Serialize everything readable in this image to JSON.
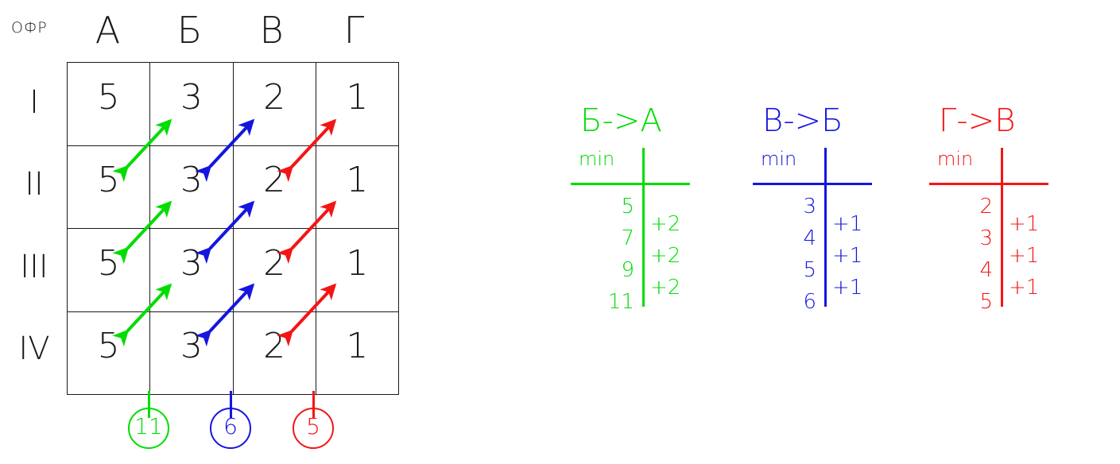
{
  "corner_label": "ОФР",
  "colors": {
    "ink": "#1a1a1a",
    "green": "#00dd00",
    "blue": "#1515e0",
    "red": "#f51414"
  },
  "table": {
    "column_headers": [
      "А",
      "Б",
      "В",
      "Г"
    ],
    "row_headers": [
      "I",
      "II",
      "III",
      "IV"
    ],
    "rows": [
      [
        "5",
        "3",
        "2",
        "1"
      ],
      [
        "5",
        "3",
        "2",
        "1"
      ],
      [
        "5",
        "3",
        "2",
        "1"
      ],
      [
        "5",
        "3",
        "2",
        "1"
      ]
    ]
  },
  "arrow_groups": [
    {
      "name": "green-arrows",
      "color": "#00dd00",
      "boundary": "А-Б"
    },
    {
      "name": "blue-arrows",
      "color": "#1515e0",
      "boundary": "Б-В"
    },
    {
      "name": "red-arrows",
      "color": "#f51414",
      "boundary": "В-Г"
    }
  ],
  "totals": [
    {
      "value": "11",
      "color": "#00dd00",
      "x": 187
    },
    {
      "value": "6",
      "color": "#1515e0",
      "x": 290
    },
    {
      "value": "5",
      "color": "#f51414",
      "x": 394
    }
  ],
  "legends": [
    {
      "title": "Б->А",
      "color": "#00dd00",
      "min_label": "min",
      "values": [
        "5",
        "7",
        "9",
        "11"
      ],
      "deltas": [
        "+2",
        "+2",
        "+2"
      ]
    },
    {
      "title": "В->Б",
      "color": "#1515e0",
      "min_label": "min",
      "values": [
        "3",
        "4",
        "5",
        "6"
      ],
      "deltas": [
        "+1",
        "+1",
        "+1"
      ]
    },
    {
      "title": "Г->В",
      "color": "#f51414",
      "min_label": "min",
      "values": [
        "2",
        "3",
        "4",
        "5"
      ],
      "deltas": [
        "+1",
        "+1",
        "+1"
      ]
    }
  ],
  "chart_data": {
    "type": "table",
    "title": "ОФР",
    "categories": [
      "А",
      "Б",
      "В",
      "Г"
    ],
    "row_labels": [
      "I",
      "II",
      "III",
      "IV"
    ],
    "values": [
      [
        5,
        3,
        2,
        1
      ],
      [
        5,
        3,
        2,
        1
      ],
      [
        5,
        3,
        2,
        1
      ],
      [
        5,
        3,
        2,
        1
      ]
    ],
    "column_totals": [
      {
        "boundary": "Б->А",
        "total": 11,
        "color": "#00dd00"
      },
      {
        "boundary": "В->Б",
        "total": 6,
        "color": "#1515e0"
      },
      {
        "boundary": "Г->В",
        "total": 5,
        "color": "#f51414"
      }
    ],
    "series": [
      {
        "name": "Б->А",
        "values": [
          5,
          7,
          9,
          11
        ],
        "deltas": [
          2,
          2,
          2
        ],
        "color": "#00dd00"
      },
      {
        "name": "В->Б",
        "values": [
          3,
          4,
          5,
          6
        ],
        "deltas": [
          1,
          1,
          1
        ],
        "color": "#1515e0"
      },
      {
        "name": "Г->В",
        "values": [
          2,
          3,
          4,
          5
        ],
        "deltas": [
          1,
          1,
          1
        ],
        "color": "#f51414"
      }
    ],
    "grid": true,
    "legend": "right"
  }
}
